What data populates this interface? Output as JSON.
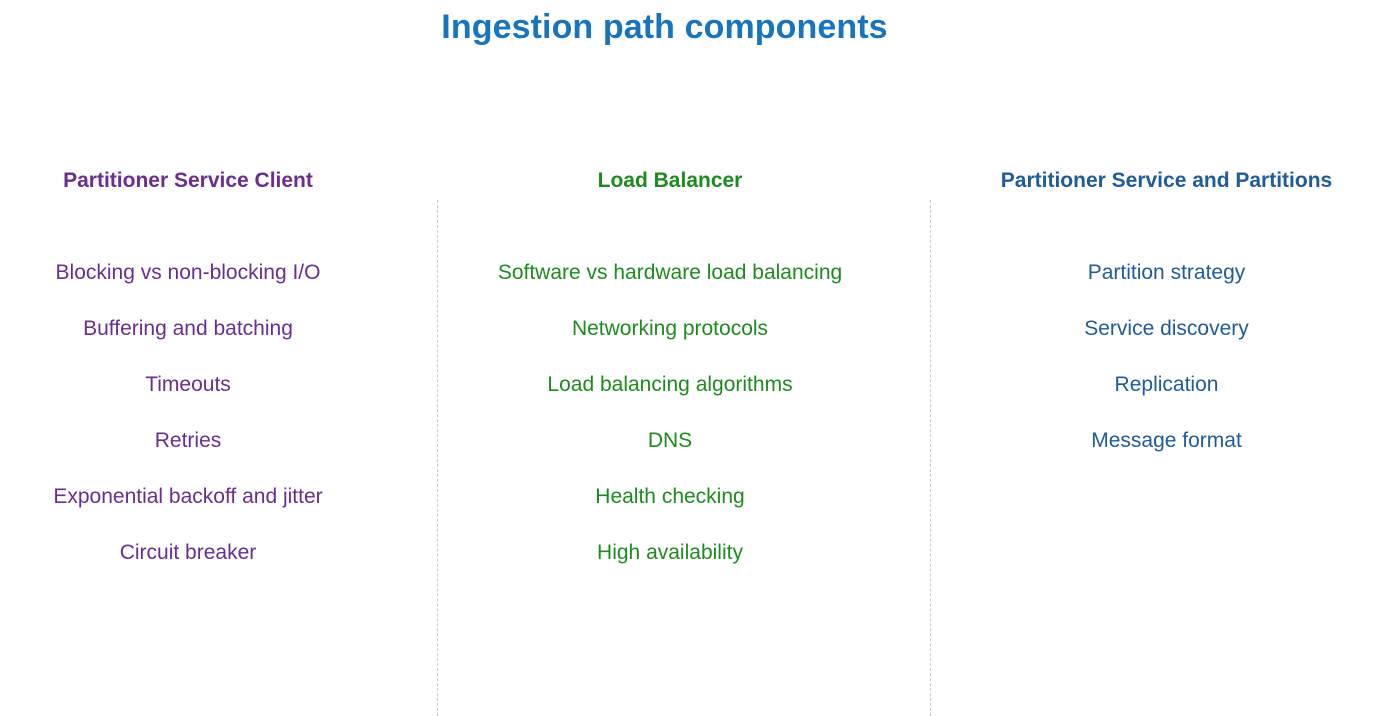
{
  "slide": {
    "title": "Ingestion path components",
    "title_color": "#1874BD",
    "background_color": "#FFFFFF"
  },
  "columns": [
    {
      "header": "Partitioner Service Client",
      "color": "#6B2D90",
      "items": [
        "Blocking vs non-blocking I/O",
        "Buffering and batching",
        "Timeouts",
        "Retries",
        "Exponential backoff and jitter",
        "Circuit breaker"
      ]
    },
    {
      "header": "Load Balancer",
      "color": "#1E8B1E",
      "items": [
        "Software vs hardware load balancing",
        "Networking protocols",
        "Load balancing algorithms",
        "DNS",
        "Health checking",
        "High availability"
      ]
    },
    {
      "header": "Partitioner Service and Partitions",
      "color": "#1F5C99",
      "items": [
        "Partition strategy",
        "Service discovery",
        "Replication",
        "Message format"
      ]
    }
  ],
  "dividers": {
    "style": "dashed",
    "color": "#C9C9C9",
    "count": 2
  }
}
